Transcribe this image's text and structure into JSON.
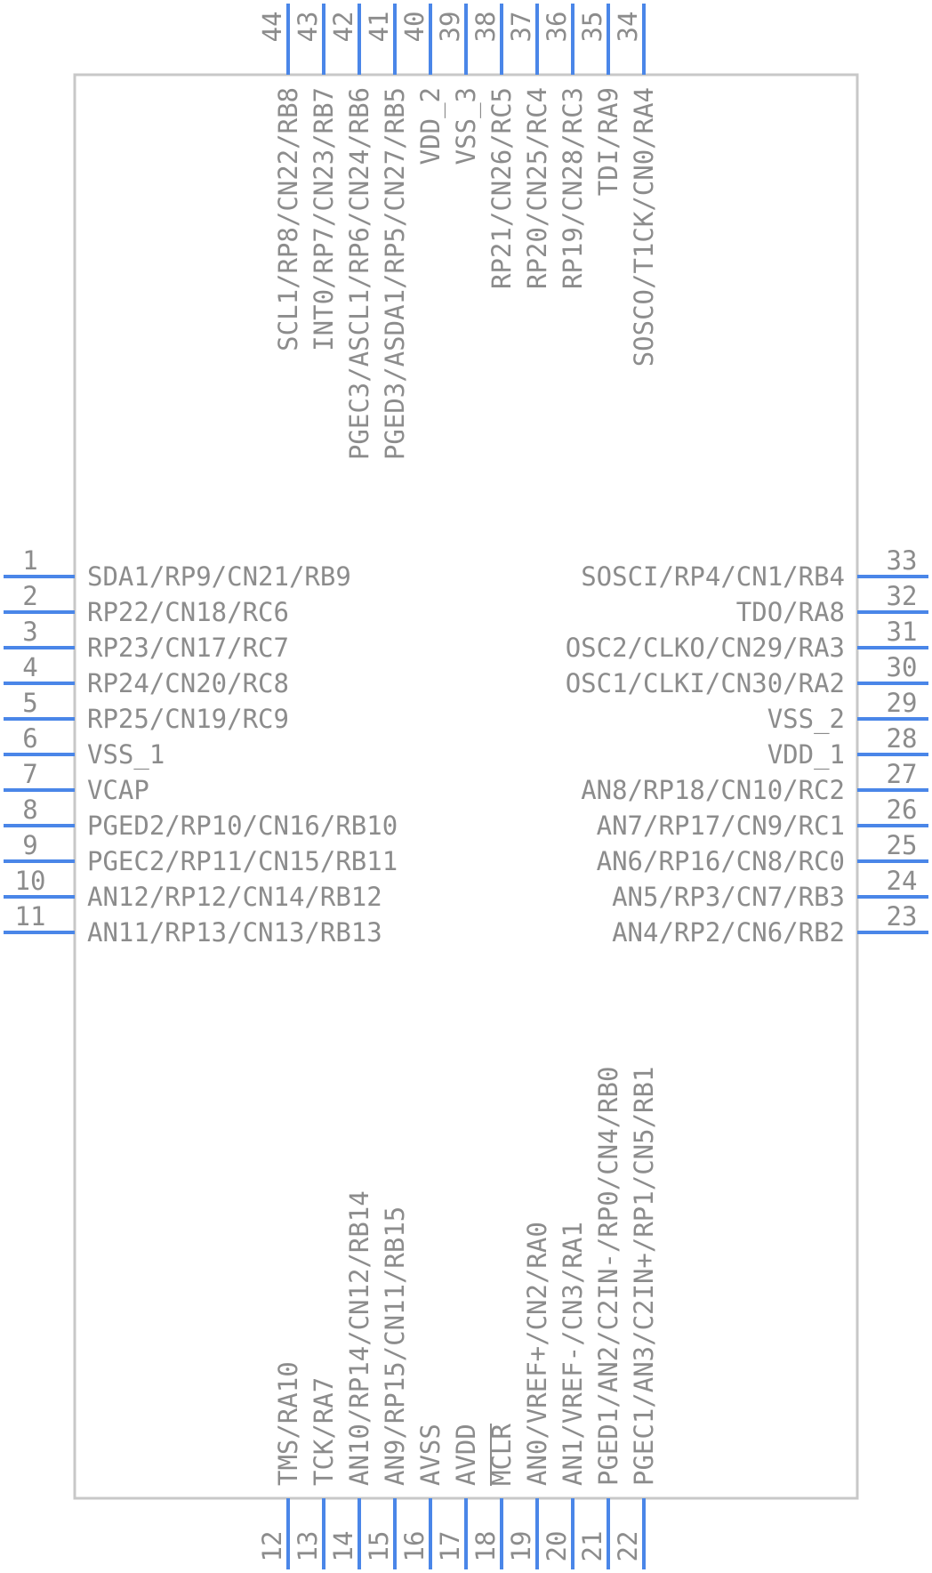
{
  "component": {
    "pins_left": [
      {
        "num": "1",
        "label": "SDA1/RP9/CN21/RB9"
      },
      {
        "num": "2",
        "label": "RP22/CN18/RC6"
      },
      {
        "num": "3",
        "label": "RP23/CN17/RC7"
      },
      {
        "num": "4",
        "label": "RP24/CN20/RC8"
      },
      {
        "num": "5",
        "label": "RP25/CN19/RC9"
      },
      {
        "num": "6",
        "label": "VSS_1"
      },
      {
        "num": "7",
        "label": "VCAP"
      },
      {
        "num": "8",
        "label": "PGED2/RP10/CN16/RB10"
      },
      {
        "num": "9",
        "label": "PGEC2/RP11/CN15/RB11"
      },
      {
        "num": "10",
        "label": "AN12/RP12/CN14/RB12"
      },
      {
        "num": "11",
        "label": "AN11/RP13/CN13/RB13"
      }
    ],
    "pins_bottom": [
      {
        "num": "12",
        "label": "TMS/RA10"
      },
      {
        "num": "13",
        "label": "TCK/RA7"
      },
      {
        "num": "14",
        "label": "AN10/RP14/CN12/RB14"
      },
      {
        "num": "15",
        "label": "AN9/RP15/CN11/RB15"
      },
      {
        "num": "16",
        "label": "AVSS"
      },
      {
        "num": "17",
        "label": "AVDD"
      },
      {
        "num": "18",
        "label": "MCLR"
      },
      {
        "num": "19",
        "label": "AN0/VREF+/CN2/RA0"
      },
      {
        "num": "20",
        "label": "AN1/VREF-/CN3/RA1"
      },
      {
        "num": "21",
        "label": "PGED1/AN2/C2IN-/RP0/CN4/RB0"
      },
      {
        "num": "22",
        "label": "PGEC1/AN3/C2IN+/RP1/CN5/RB1"
      }
    ],
    "pins_right": [
      {
        "num": "23",
        "label": "AN4/RP2/CN6/RB2"
      },
      {
        "num": "24",
        "label": "AN5/RP3/CN7/RB3"
      },
      {
        "num": "25",
        "label": "AN6/RP16/CN8/RC0"
      },
      {
        "num": "26",
        "label": "AN7/RP17/CN9/RC1"
      },
      {
        "num": "27",
        "label": "AN8/RP18/CN10/RC2"
      },
      {
        "num": "28",
        "label": "VDD_1"
      },
      {
        "num": "29",
        "label": "VSS_2"
      },
      {
        "num": "30",
        "label": "OSC1/CLKI/CN30/RA2"
      },
      {
        "num": "31",
        "label": "OSC2/CLKO/CN29/RA3"
      },
      {
        "num": "32",
        "label": "TDO/RA8"
      },
      {
        "num": "33",
        "label": "SOSCI/RP4/CN1/RB4"
      }
    ],
    "pins_top": [
      {
        "num": "34",
        "label": "SOSCO/T1CK/CN0/RA4"
      },
      {
        "num": "35",
        "label": "TDI/RA9"
      },
      {
        "num": "36",
        "label": "RP19/CN28/RC3"
      },
      {
        "num": "37",
        "label": "RP20/CN25/RC4"
      },
      {
        "num": "38",
        "label": "RP21/CN26/RC5"
      },
      {
        "num": "39",
        "label": "VSS_3"
      },
      {
        "num": "40",
        "label": "VDD_2"
      },
      {
        "num": "41",
        "label": "PGED3/ASDA1/RP5/CN27/RB5"
      },
      {
        "num": "42",
        "label": "PGEC3/ASCL1/RP6/CN24/RB6"
      },
      {
        "num": "43",
        "label": "INT0/RP7/CN23/RB7"
      },
      {
        "num": "44",
        "label": "SCL1/RP8/CN22/RB8"
      }
    ]
  }
}
